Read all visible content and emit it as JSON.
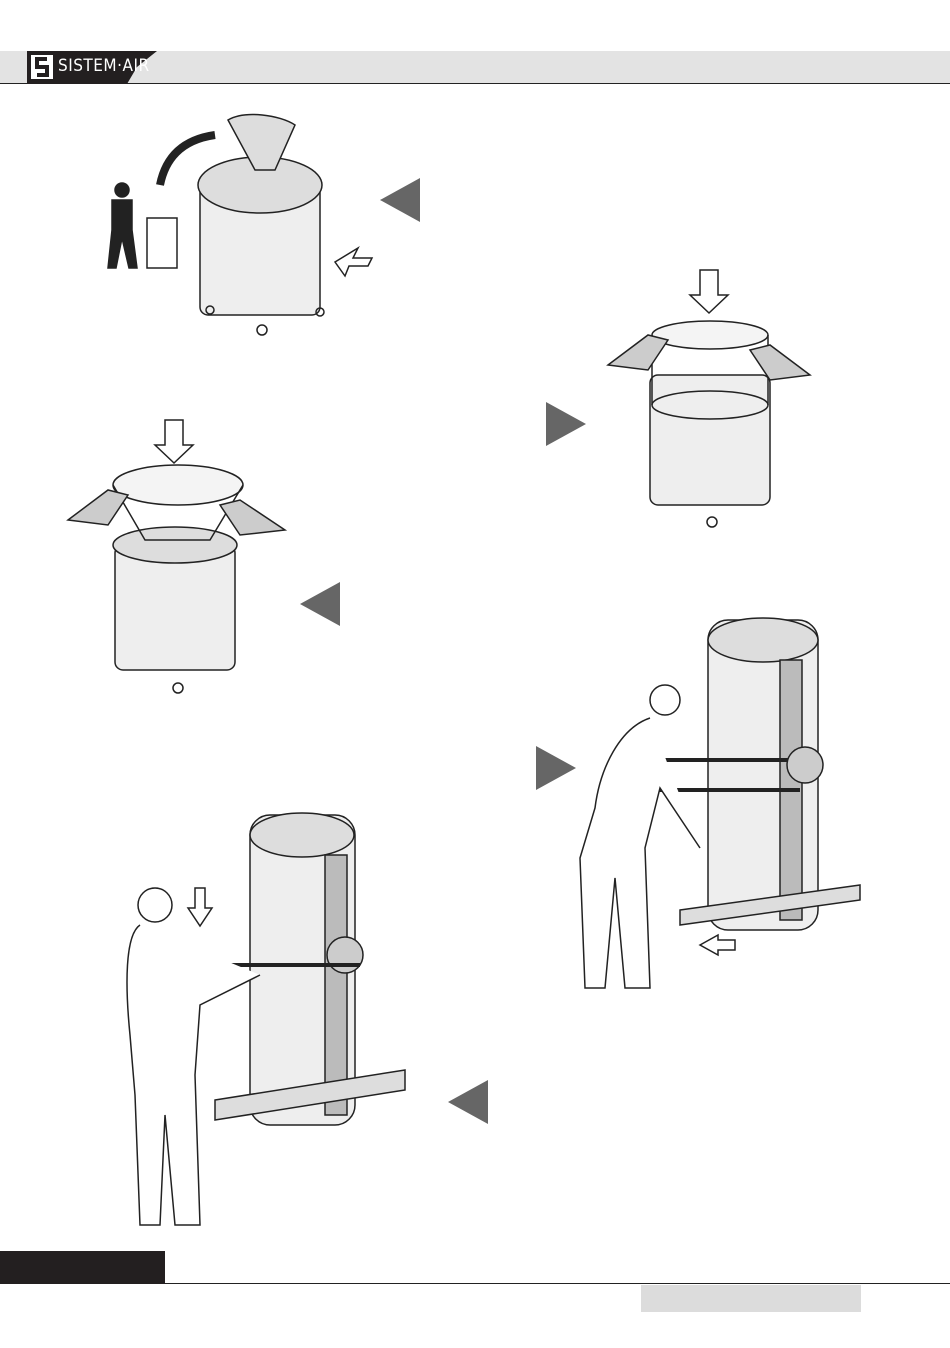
{
  "header": {
    "logo_text": "SISTEM·AIR"
  },
  "colors": {
    "header_band": "#e3e3e3",
    "footer_block": "#231f20",
    "footer_box": "#dcdcdc",
    "step_arrow": "#666666"
  },
  "steps": [
    {
      "direction": "left",
      "illustration": "remove-bag"
    },
    {
      "direction": "right",
      "illustration": "insert-bag-ring"
    },
    {
      "direction": "left",
      "illustration": "insert-filter-cone"
    },
    {
      "direction": "right",
      "illustration": "reinsert-canister"
    },
    {
      "direction": "left",
      "illustration": "lock-canister"
    }
  ]
}
